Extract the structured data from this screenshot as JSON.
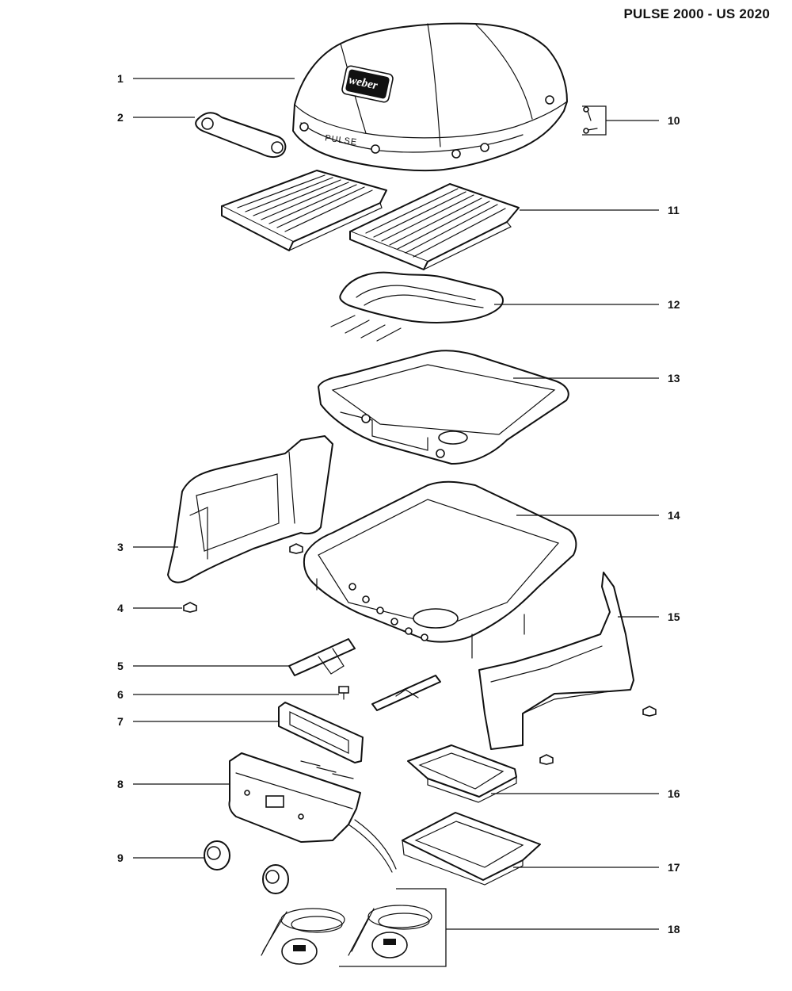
{
  "header": {
    "title": "PULSE 2000 - US 2020"
  },
  "lid": {
    "model_text": "PULSE",
    "logo_text": "weber"
  },
  "callouts": [
    {
      "id": "1",
      "label": "1"
    },
    {
      "id": "2",
      "label": "2"
    },
    {
      "id": "3",
      "label": "3"
    },
    {
      "id": "4",
      "label": "4"
    },
    {
      "id": "5",
      "label": "5"
    },
    {
      "id": "6",
      "label": "6"
    },
    {
      "id": "7",
      "label": "7"
    },
    {
      "id": "8",
      "label": "8"
    },
    {
      "id": "9",
      "label": "9"
    },
    {
      "id": "10",
      "label": "10"
    },
    {
      "id": "11",
      "label": "11"
    },
    {
      "id": "12",
      "label": "12"
    },
    {
      "id": "13",
      "label": "13"
    },
    {
      "id": "14",
      "label": "14"
    },
    {
      "id": "15",
      "label": "15"
    },
    {
      "id": "16",
      "label": "16"
    },
    {
      "id": "17",
      "label": "17"
    },
    {
      "id": "18",
      "label": "18"
    }
  ]
}
